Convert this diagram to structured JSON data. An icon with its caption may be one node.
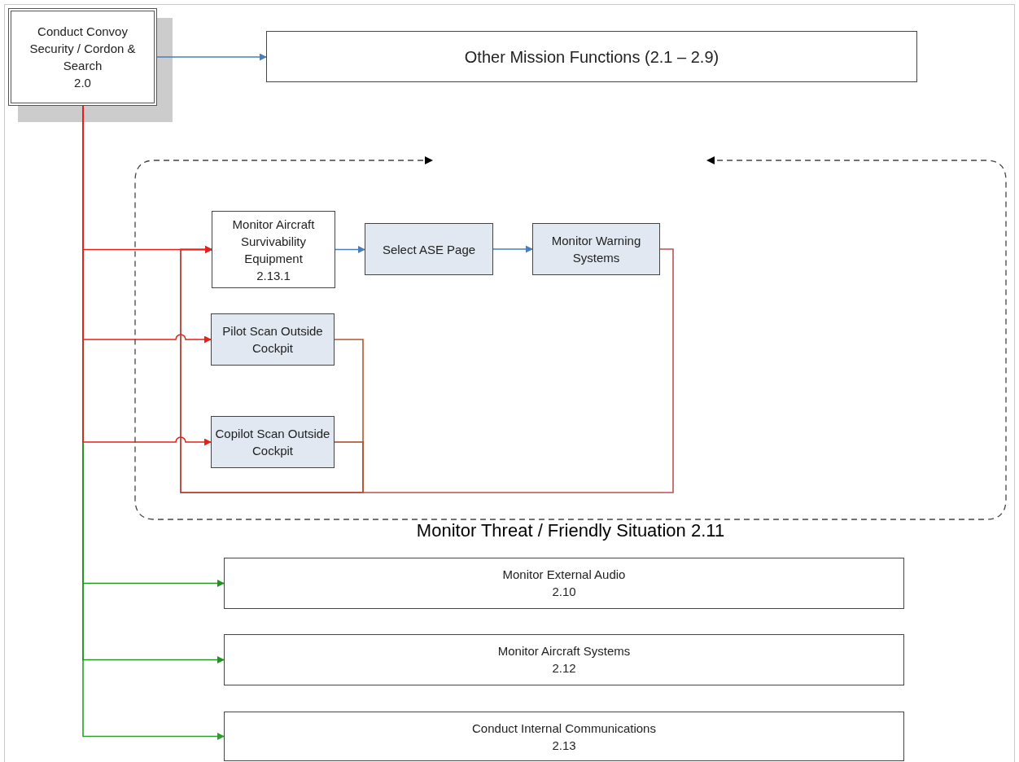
{
  "diagram": {
    "nodes": [
      {
        "text": [
          "Conduct Convoy Security / Cordon & Search",
          "2.0"
        ]
      },
      {
        "text": [
          "Other Mission Functions (2.1 – 2.9)"
        ]
      },
      {
        "text": [
          "Monitor Threat / Friendly Situation 2.11"
        ]
      },
      {
        "text": [
          "Monitor Aircraft Survivability Equipment",
          "2.13.1"
        ],
        "in": 2
      },
      {
        "text": [
          "Select ASE Page"
        ],
        "in": 2
      },
      {
        "text": [
          "Monitor Warning Systems"
        ],
        "in": 2
      },
      {
        "text": [
          "Pilot Scan Outside Cockpit"
        ],
        "in": 2
      },
      {
        "text": [
          "Copilot Scan Outside Cockpit"
        ],
        "in": 2
      },
      {
        "text": [
          "Monitor External Audio",
          "2.10"
        ]
      },
      {
        "text": [
          "Monitor Aircraft Systems",
          "2.12"
        ]
      },
      {
        "text": [
          "Conduct Internal Communications",
          "2.13"
        ]
      }
    ],
    "edges": [
      {
        "from": 0,
        "to": 1,
        "arrow": "to",
        "color": "#4a7ebb"
      },
      {
        "from": 0,
        "to": 3,
        "arrow": "to",
        "color": "#e8201a"
      },
      {
        "from": 0,
        "to": 6,
        "arrow": "to",
        "color": "#e8201a"
      },
      {
        "from": 0,
        "to": 7,
        "arrow": "to",
        "color": "#e8201a"
      },
      {
        "from": 0,
        "to": 8,
        "arrow": "to",
        "color": "#1e961e"
      },
      {
        "from": 0,
        "to": 9,
        "arrow": "to",
        "color": "#1e961e"
      },
      {
        "from": 0,
        "to": 10,
        "arrow": "to",
        "color": "#2aa02a"
      },
      {
        "from": 3,
        "to": 4,
        "arrow": "to",
        "color": "#4a7ebb"
      },
      {
        "from": 4,
        "to": 5,
        "arrow": "to",
        "color": "#4a7ebb"
      },
      {
        "from": 5,
        "to": 3,
        "arrow": "to",
        "color": "#c0504d"
      },
      {
        "from": 6,
        "to": 3,
        "arrow": "to",
        "color": "#b5562e"
      },
      {
        "from": 7,
        "to": 3,
        "arrow": "to",
        "color": "#a8401e"
      }
    ]
  }
}
